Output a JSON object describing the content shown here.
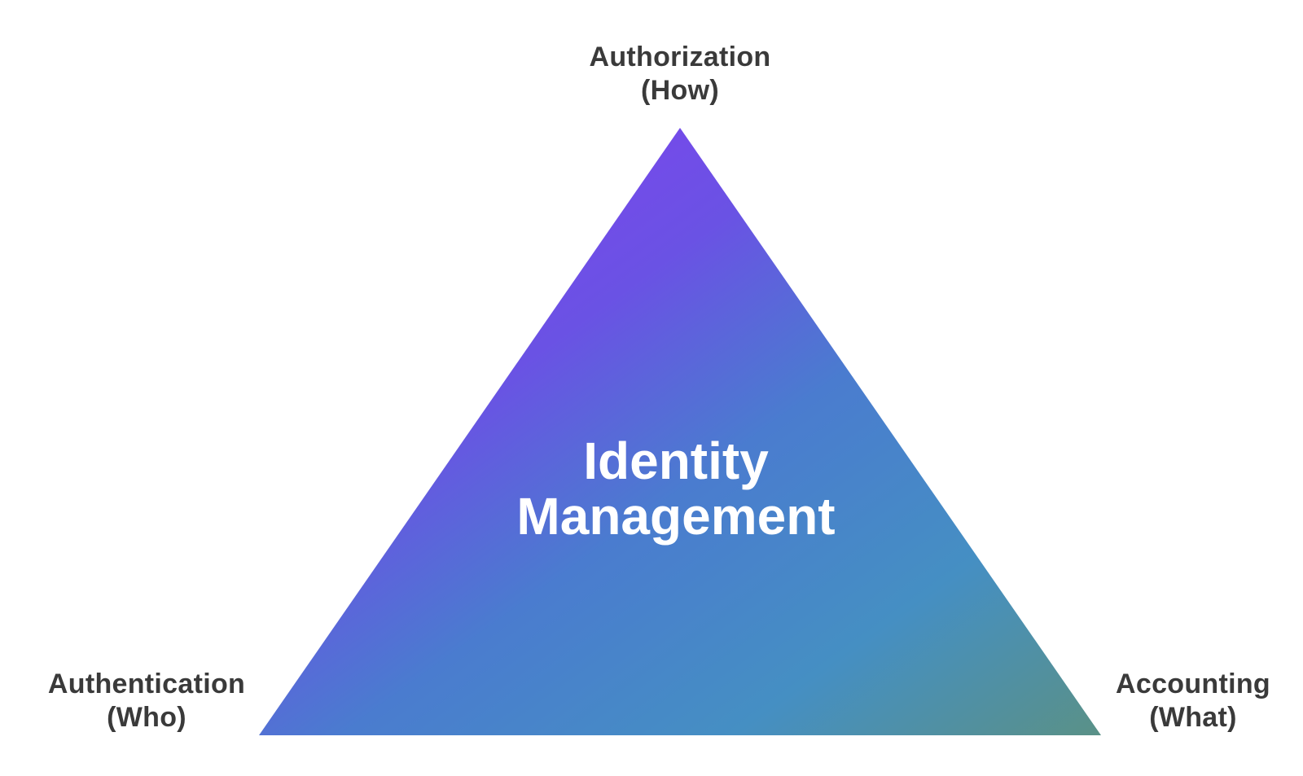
{
  "diagram": {
    "center": {
      "line1": "Identity",
      "line2": "Management"
    },
    "top_vertex": {
      "line1": "Authorization",
      "line2": "(How)"
    },
    "left_vertex": {
      "line1": "Authentication",
      "line2": "(Who)"
    },
    "right_vertex": {
      "line1": "Accounting",
      "line2": "(What)"
    },
    "colors": {
      "gradient_start": "#8a3cf5",
      "gradient_mid1": "#6a52e4",
      "gradient_mid2": "#4a7ccf",
      "gradient_mid3": "#458fc3",
      "gradient_end": "#5a9187",
      "label_text": "#3a3a3a",
      "center_text": "#ffffff"
    }
  }
}
